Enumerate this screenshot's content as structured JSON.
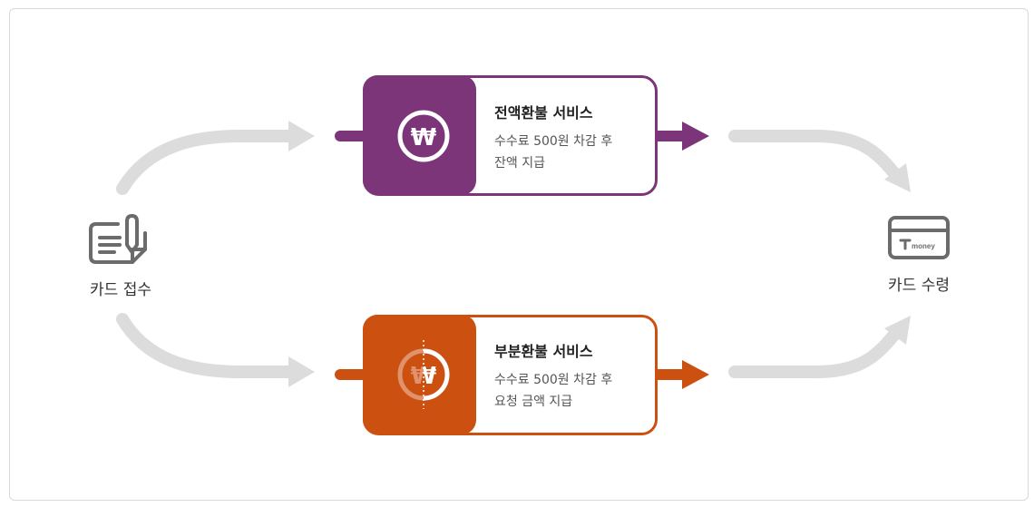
{
  "nodes": {
    "start_label": "카드 접수",
    "end_label": "카드 수령",
    "card_logo_text": "money"
  },
  "services": {
    "full": {
      "title": "전액환불 서비스",
      "desc_line1": "수수료 500원 차감 후",
      "desc_line2": "잔액 지급",
      "color": "#7b3578"
    },
    "partial": {
      "title": "부분환불 서비스",
      "desc_line1": "수수료 500원 차감 후",
      "desc_line2": "요청 금액 지급",
      "color": "#cc5010"
    }
  },
  "colors": {
    "connector": "#dcdcdc",
    "icon_gray": "#6b6b6b"
  },
  "icons": {
    "start": "card-application-form-icon",
    "end": "tmoney-card-icon",
    "full": "won-coin-icon",
    "partial": "half-won-coin-icon"
  }
}
